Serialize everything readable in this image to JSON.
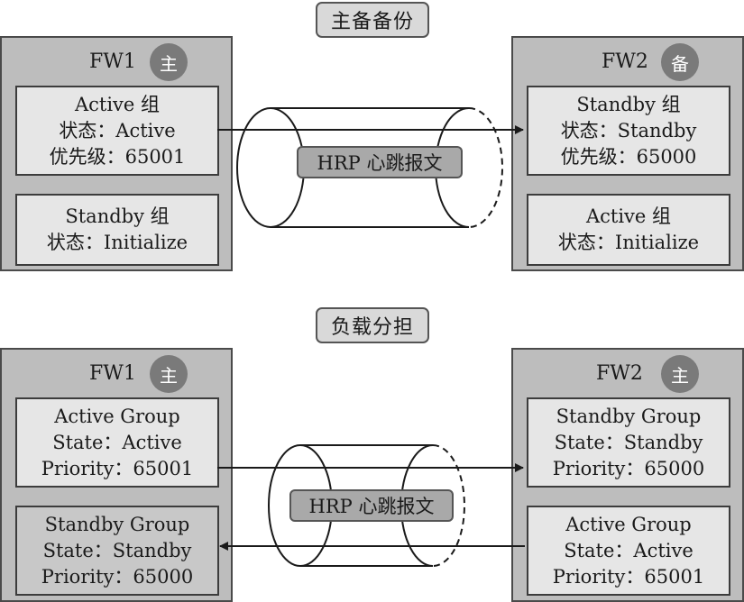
{
  "top_section": {
    "title": "主备备份",
    "fw1": {
      "name": "FW1",
      "badge": "主",
      "group1": {
        "line1": "Active 组",
        "line2": "状态：Active",
        "line3": "优先级：65001"
      },
      "group2": {
        "line1": "Standby 组",
        "line2": "状态：Initialize"
      }
    },
    "fw2": {
      "name": "FW2",
      "badge": "备",
      "group1": {
        "line1": "Standby 组",
        "line2": "状态：Standby",
        "line3": "优先级：65000"
      },
      "group2": {
        "line1": "Active 组",
        "line2": "状态：Initialize"
      }
    },
    "tunnel_label": "HRP 心跳报文"
  },
  "bottom_section": {
    "title": "负载分担",
    "fw1": {
      "name": "FW1",
      "badge": "主",
      "group1": {
        "line1": "Active Group",
        "line2": "State：Active",
        "line3": "Priority：65001"
      },
      "group2": {
        "line1": "Standby Group",
        "line2": "State：Standby",
        "line3": "Priority：65000"
      }
    },
    "fw2": {
      "name": "FW2",
      "badge": "主",
      "group1": {
        "line1": "Standby Group",
        "line2": "State：Standby",
        "line3": "Priority：65000"
      },
      "group2": {
        "line1": "Active Group",
        "line2": "State：Active",
        "line3": "Priority：65001"
      }
    },
    "tunnel_label": "HRP 心跳报文"
  }
}
